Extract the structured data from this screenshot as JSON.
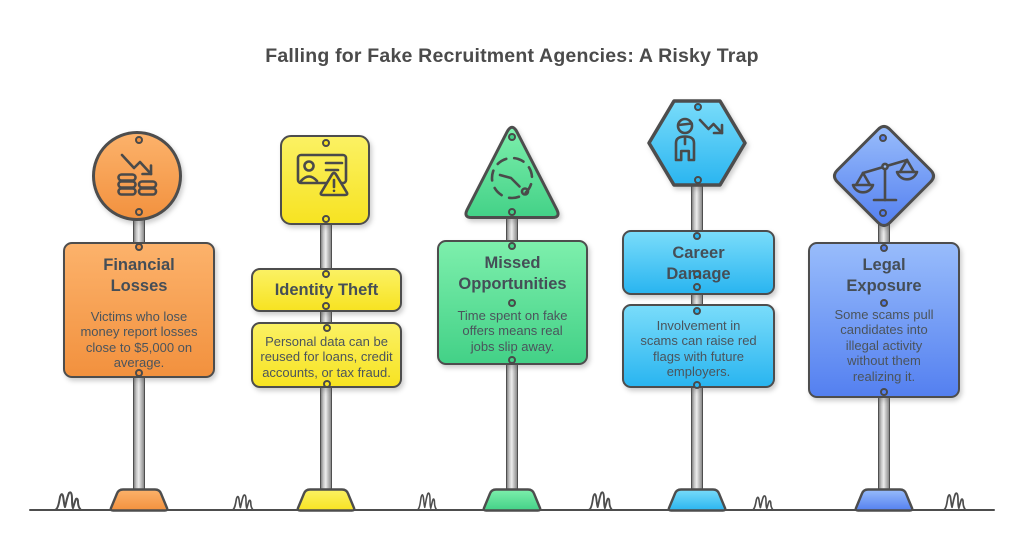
{
  "title": "Falling for Fake Recruitment Agencies: A Risky Trap",
  "style": {
    "outline": "#4d4d4d",
    "title_color": "#4b4b4b",
    "plate_title_color": "#454e57",
    "plate_body_color": "#4b545c",
    "background": "#ffffff",
    "pole_light": "#ececec",
    "pole_dark": "#8a8a8a"
  },
  "signs": [
    {
      "name": "financial-losses",
      "shape": "circle",
      "icon": "coins-decline-icon",
      "title": "Financial\nLosses",
      "description": "Victims who lose\nmoney report losses\nclose to $5,000 on\naverage.",
      "color_light": "#fcb26b",
      "color_dark": "#f2913e"
    },
    {
      "name": "identity-theft",
      "shape": "rounded-square",
      "icon": "id-card-warning-icon",
      "title": "Identity Theft",
      "description": "Personal data can be\nreused for loans, credit\naccounts, or tax fraud.",
      "color_light": "#fbf163",
      "color_dark": "#f7e322"
    },
    {
      "name": "missed-opportunities",
      "shape": "triangle",
      "icon": "clock-dashed-icon",
      "title": "Missed\nOpportunities",
      "description": "Time spent on fake\noffers means real\njobs slip away.",
      "color_light": "#7defac",
      "color_dark": "#43d187"
    },
    {
      "name": "career-damage",
      "shape": "hexagon",
      "icon": "person-decline-icon",
      "title": "Career\nDamage",
      "description": "Involvement in\nscams can raise red\nflags with future\nemployers.",
      "color_light": "#79dcfa",
      "color_dark": "#2ab5f0"
    },
    {
      "name": "legal-exposure",
      "shape": "diamond",
      "icon": "scales-icon",
      "title": "Legal\nExposure",
      "description": "Some scams pull\ncandidates into\nillegal activity\nwithout them\nrealizing it.",
      "color_light": "#98bcfb",
      "color_dark": "#5480f0"
    }
  ]
}
